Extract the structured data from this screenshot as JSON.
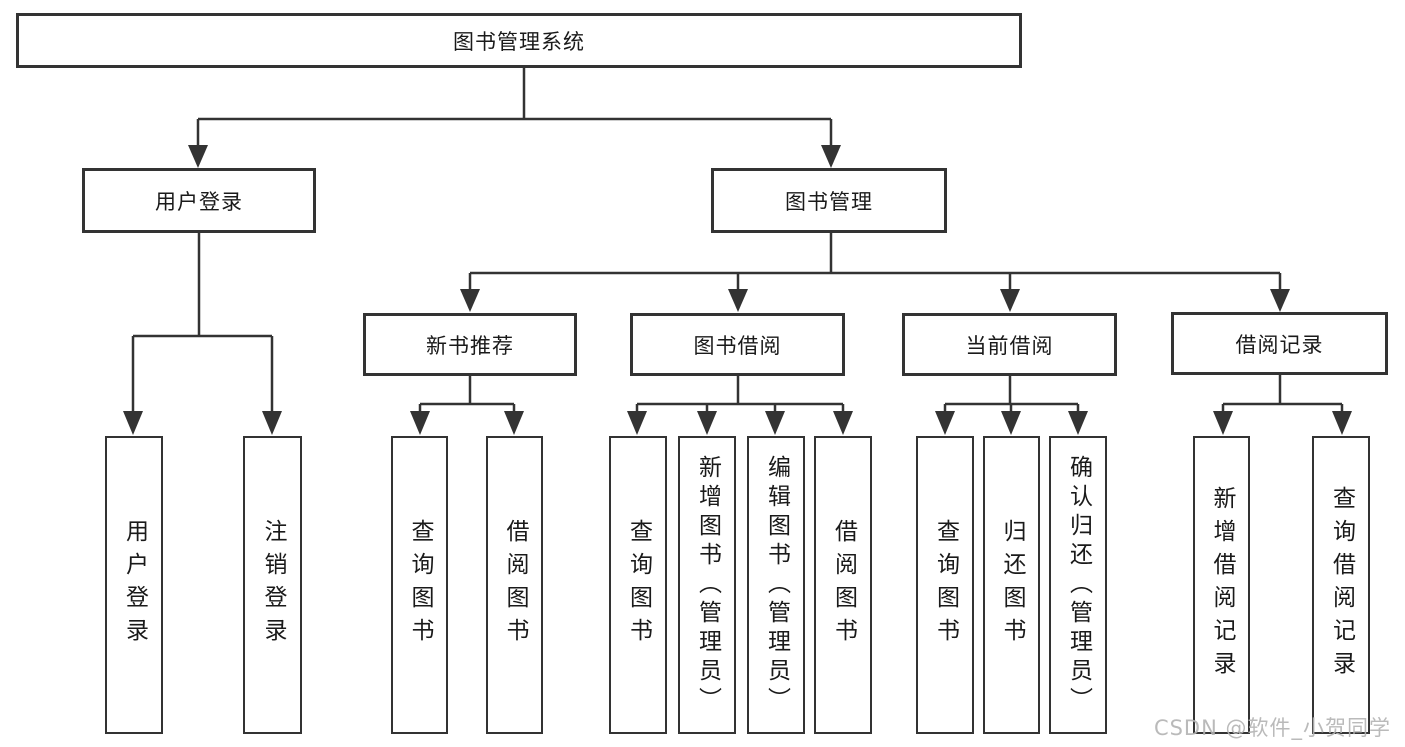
{
  "tree": {
    "root": {
      "label": "图书管理系统"
    },
    "branches": [
      {
        "label": "用户登录",
        "children": [
          {
            "label": "用户登录"
          },
          {
            "label": "注销登录"
          }
        ]
      },
      {
        "label": "图书管理",
        "children": [
          {
            "label": "新书推荐",
            "children": [
              {
                "label": "查询图书"
              },
              {
                "label": "借阅图书"
              }
            ]
          },
          {
            "label": "图书借阅",
            "children": [
              {
                "label": "查询图书"
              },
              {
                "label": "新增图书（管理员）"
              },
              {
                "label": "编辑图书（管理员）"
              },
              {
                "label": "借阅图书"
              }
            ]
          },
          {
            "label": "当前借阅",
            "children": [
              {
                "label": "查询图书"
              },
              {
                "label": "归还图书"
              },
              {
                "label": "确认归还（管理员）"
              }
            ]
          },
          {
            "label": "借阅记录",
            "children": [
              {
                "label": "新增借阅记录"
              },
              {
                "label": "查询借阅记录"
              }
            ]
          }
        ]
      }
    ]
  },
  "watermark": {
    "text": "CSDN @软件_小贺同学"
  },
  "colors": {
    "line": "#333333",
    "text": "#1a1a1a",
    "watermark": "#b3b3b3",
    "background": "#ffffff"
  }
}
